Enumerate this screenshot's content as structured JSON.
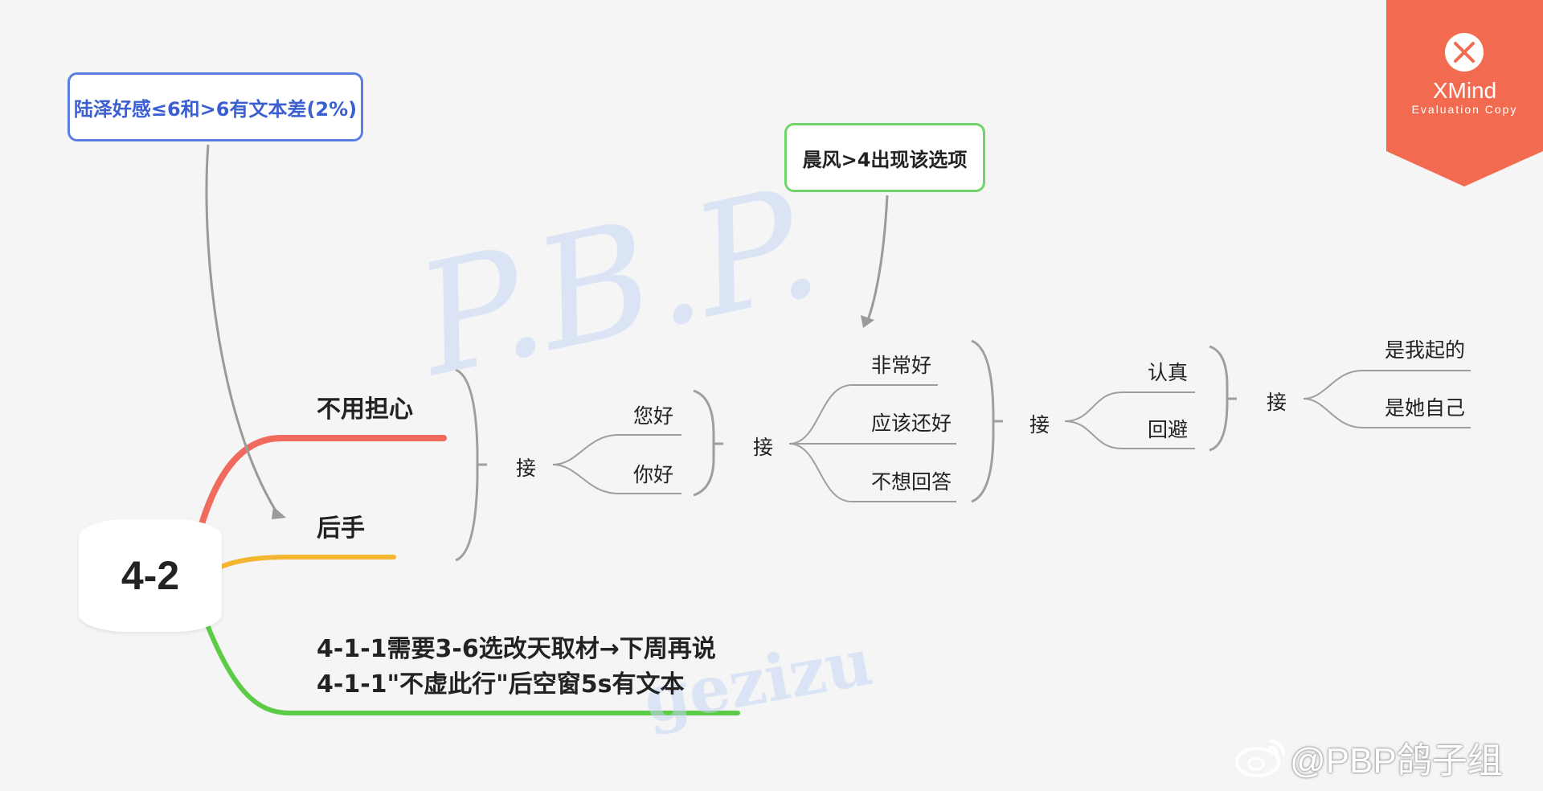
{
  "central_topic": "4-2",
  "callouts": {
    "blue": "陆泽好感≤6和>6有文本差(2%)",
    "green": "晨风>4出现该选项"
  },
  "branches": {
    "red": "不用担心",
    "yellow": "后手",
    "green_line1": "4-1-1需要3-6选改天取材→下周再说",
    "green_line2": "4-1-1\"不虚此行\"后空窗5s有文本"
  },
  "level1_connector": "接",
  "level2_options": [
    "您好",
    "你好"
  ],
  "level2_connector": "接",
  "level3_options": [
    "非常好",
    "应该还好",
    "不想回答"
  ],
  "level3_connector": "接",
  "level4_options": [
    "认真",
    "回避"
  ],
  "level4_connector": "接",
  "level5_options": [
    "是我起的",
    "是她自己"
  ],
  "colors": {
    "branch_red": "#f06b5e",
    "branch_yellow": "#f4b631",
    "branch_green": "#5ccb46",
    "callout_blue": "#5b7fe0",
    "callout_green": "#6fd46a",
    "xmind_badge": "#f26b50",
    "connector_gray": "#9e9e9e"
  },
  "xmind_badge": {
    "icon": "xmind-logo-icon",
    "title": "XMind",
    "subtitle": "Evaluation Copy"
  },
  "watermark": {
    "main": "P.B.P.",
    "sub": "gezizu",
    "credit": "@PBP鸽子组",
    "credit_icon": "weibo-icon"
  }
}
